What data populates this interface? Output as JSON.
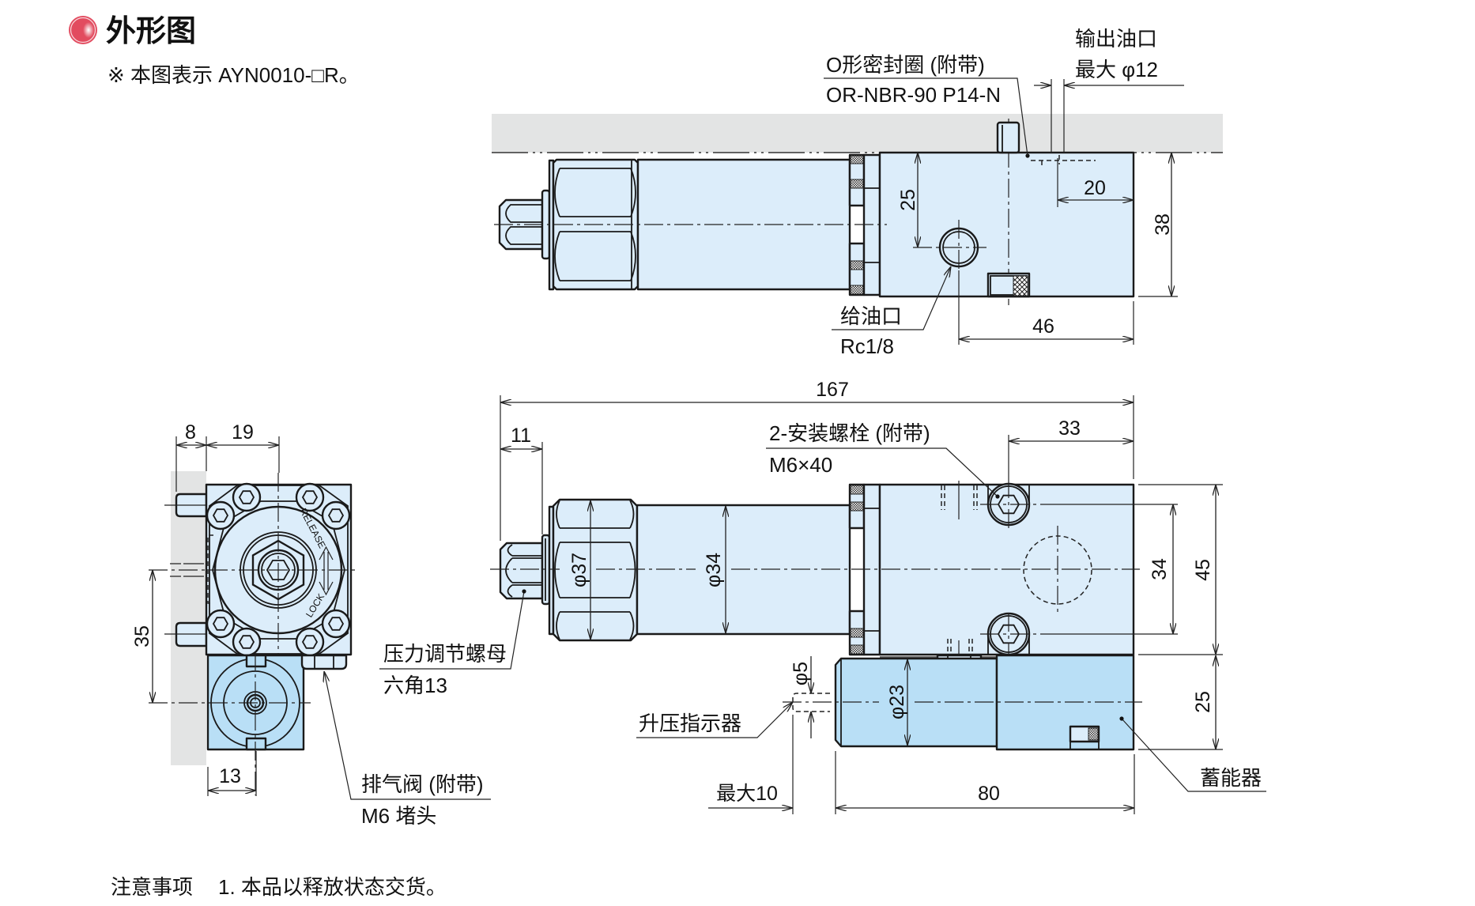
{
  "header": {
    "title": "外形图",
    "note": "※ 本图表示 AYN0010-□R。"
  },
  "colors": {
    "bullet": "#e24b5f",
    "body_fill": "#dcedfa",
    "accumulator_fill": "#b9dff6",
    "mounting_surface": "#e3e4e4",
    "line": "#1a1a1a"
  },
  "top_view": {
    "o_ring": {
      "label": "O形密封圈 (附带)",
      "spec": "OR-NBR-90 P14-N"
    },
    "outlet_port": {
      "label": "输出油口",
      "spec": "最大 φ12"
    },
    "inlet_port": {
      "label": "给油口",
      "spec": "Rc1/8"
    },
    "dims": {
      "inlet_from_top": "25",
      "outlet_from_end": "20",
      "body_height": "38",
      "inlet_to_end": "46"
    }
  },
  "front_view": {
    "mounting_bolts": {
      "label": "2-安装螺栓 (附带)",
      "spec": "M6×40"
    },
    "pressure_nut": {
      "label": "压力调节螺母",
      "spec": "六角13"
    },
    "pressure_indicator": {
      "label": "升压指示器"
    },
    "accumulator": {
      "label": "蓄能器"
    },
    "dims": {
      "overall_length": "167",
      "knob_length": "11",
      "bolt_to_end": "33",
      "nut_dia": "φ37",
      "cylinder_dia": "φ34",
      "bolt_pitch": "34",
      "block_height": "45",
      "accumulator_height": "25",
      "accumulator_dia": "φ23",
      "indicator_dia": "φ5",
      "indicator_stroke": "最大10",
      "accumulator_length": "80"
    }
  },
  "side_view": {
    "exhaust_valve": {
      "label": "排气阀 (附带)",
      "spec": "M6 堵头"
    },
    "cover_marks": {
      "release": "RELEASE",
      "lock": "LOCK"
    },
    "dims": {
      "pin_length": "8",
      "center_offset": "19",
      "center_distance": "35",
      "accumulator_offset": "13"
    }
  },
  "notes": {
    "heading": "注意事项",
    "items": [
      "1. 本品以释放状态交货。"
    ]
  }
}
